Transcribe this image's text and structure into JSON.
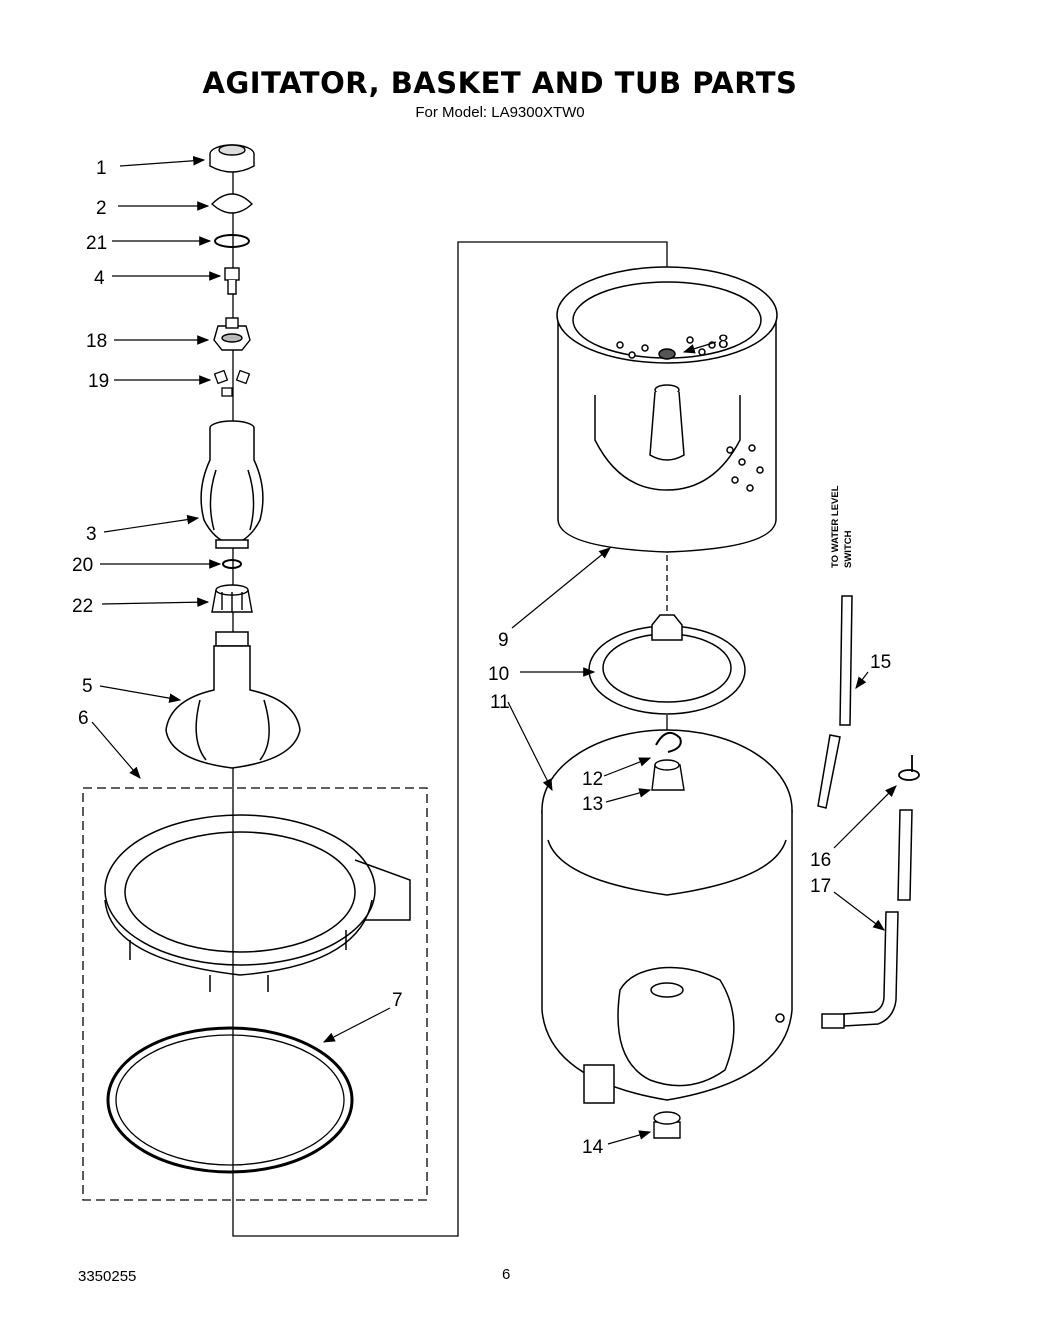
{
  "header": {
    "title": "AGITATOR, BASKET AND TUB PARTS",
    "subtitle": "For Model: LA9300XTW0"
  },
  "side_note": {
    "line1": "TO WATER LEVEL",
    "line2": "SWITCH"
  },
  "callouts": {
    "c1": "1",
    "c2": "2",
    "c21": "21",
    "c4": "4",
    "c18": "18",
    "c19": "19",
    "c3": "3",
    "c20": "20",
    "c22": "22",
    "c5": "5",
    "c6": "6",
    "c7": "7",
    "c8": "8",
    "c9": "9",
    "c10": "10",
    "c11": "11",
    "c12": "12",
    "c13": "13",
    "c14": "14",
    "c15": "15",
    "c16": "16",
    "c17": "17"
  },
  "footer": {
    "doc_number": "3350255",
    "page_number": "6"
  }
}
